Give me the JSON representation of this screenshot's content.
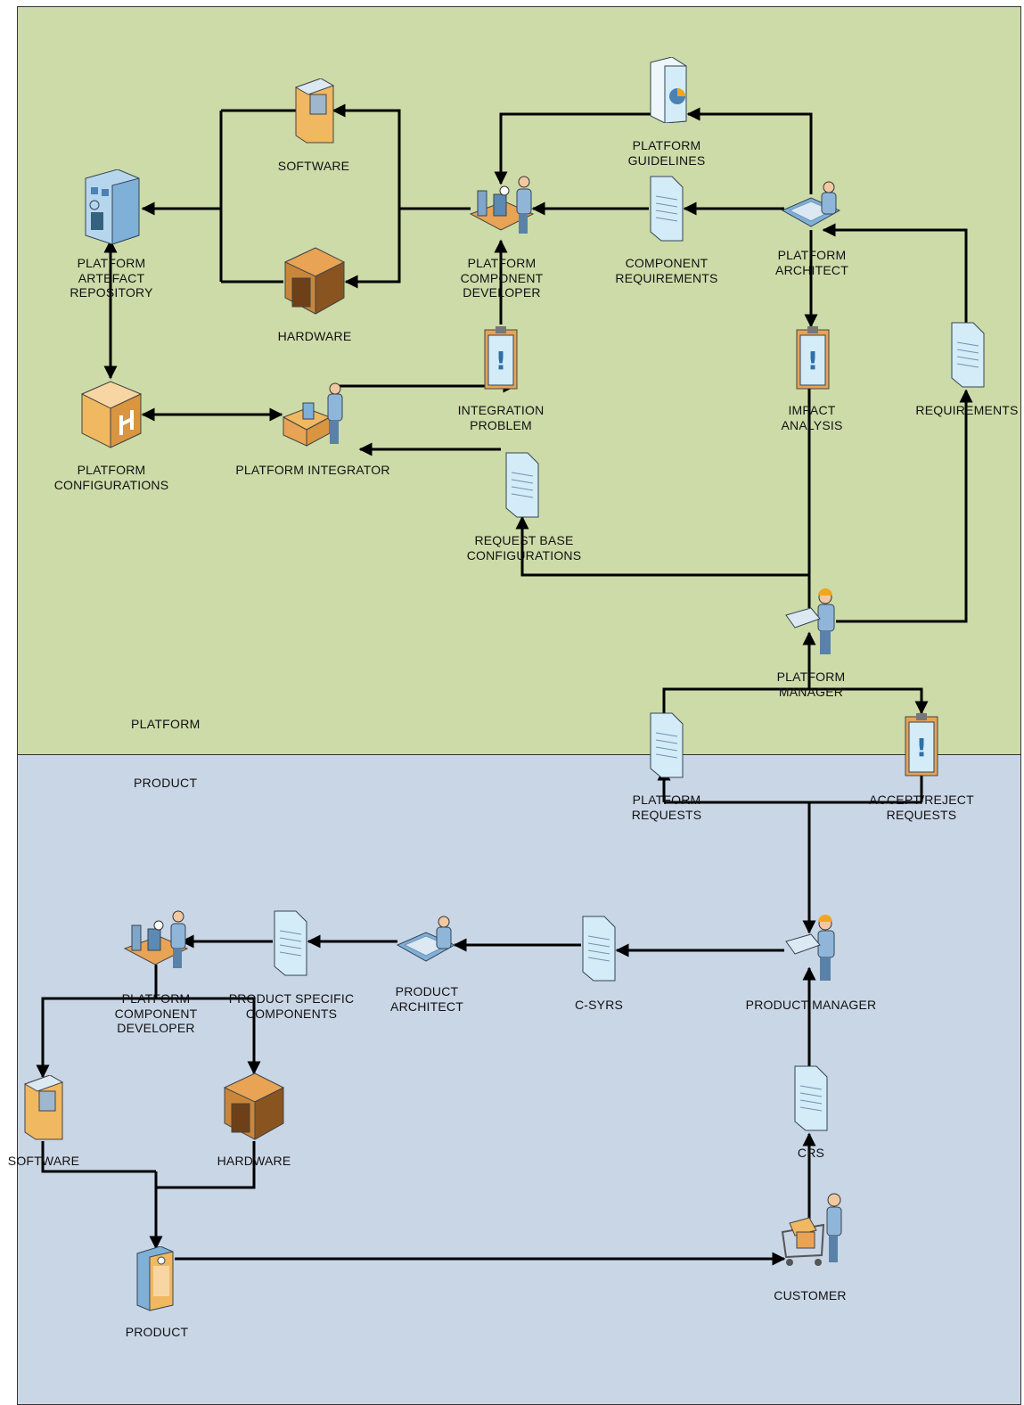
{
  "colors": {
    "platform_zone": "#cddba8",
    "product_zone": "#c9d6e6",
    "arrow": "#000000",
    "document_fill": "#d4ecf7",
    "box_fill": "#e8a355",
    "person_fill": "#8fb6d9",
    "hardhat": "#f2a51f"
  },
  "zones": {
    "platform": "PLATFORM",
    "product": "PRODUCT"
  },
  "nodes": {
    "software_top": "SOFTWARE",
    "hardware_top": "HARDWARE",
    "platform_artefact_repository": "PLATFORM\nARTEFACT\nREPOSITORY",
    "platform_component_developer_top": "PLATFORM\nCOMPONENT\nDEVELOPER",
    "platform_guidelines": "PLATFORM\nGUIDELINES",
    "component_requirements": "COMPONENT\nREQUIREMENTS",
    "platform_architect": "PLATFORM\nARCHITECT",
    "platform_configurations": "PLATFORM\nCONFIGURATIONS",
    "platform_integrator": "PLATFORM INTEGRATOR",
    "integration_problem": "INTEGRATION\nPROBLEM",
    "impact_analysis": "IMPACT\nANALYSIS",
    "requirements": "REQUIREMENTS",
    "request_base_configurations": "REQUEST BASE\nCONFIGURATIONS",
    "platform_manager": "PLATFORM\nMANAGER",
    "platform_requests": "PLATFORM\nREQUESTS",
    "accept_reject_requests": "ACCEPT/REJECT\nREQUESTS",
    "platform_component_developer_bottom": "PLATFORM\nCOMPONENT\nDEVELOPER",
    "product_specific_components": "PRODUCT SPECIFIC\nCOMPONENTS",
    "product_architect": "PRODUCT\nARCHITECT",
    "c_syrs": "C-SYRS",
    "product_manager": "PRODUCT MANAGER",
    "software_bottom": "SOFTWARE",
    "hardware_bottom": "HARDWARE",
    "crs": "CRS",
    "customer": "CUSTOMER",
    "product": "PRODUCT"
  },
  "icons": {
    "software_top": "floppy-disk-icon",
    "hardware_top": "cardboard-box-icon",
    "platform_artefact_repository": "building-icon",
    "platform_component_developer_top": "assembly-worker-icon",
    "platform_guidelines": "document-chart-icon",
    "component_requirements": "document-icon",
    "platform_architect": "architect-drafting-icon",
    "platform_configurations": "package-icon",
    "platform_integrator": "integrator-worker-icon",
    "integration_problem": "clipboard-alert-icon",
    "impact_analysis": "clipboard-alert-icon",
    "requirements": "document-icon",
    "request_base_configurations": "document-icon",
    "platform_manager": "manager-hardhat-icon",
    "platform_requests": "document-icon",
    "accept_reject_requests": "clipboard-alert-icon",
    "platform_component_developer_bottom": "assembly-worker-icon",
    "product_specific_components": "document-icon",
    "product_architect": "architect-drafting-icon",
    "c_syrs": "document-icon",
    "product_manager": "manager-hardhat-icon",
    "software_bottom": "floppy-disk-icon",
    "hardware_bottom": "cardboard-box-icon",
    "crs": "document-icon",
    "customer": "shopping-cart-customer-icon",
    "product": "product-box-icon"
  }
}
